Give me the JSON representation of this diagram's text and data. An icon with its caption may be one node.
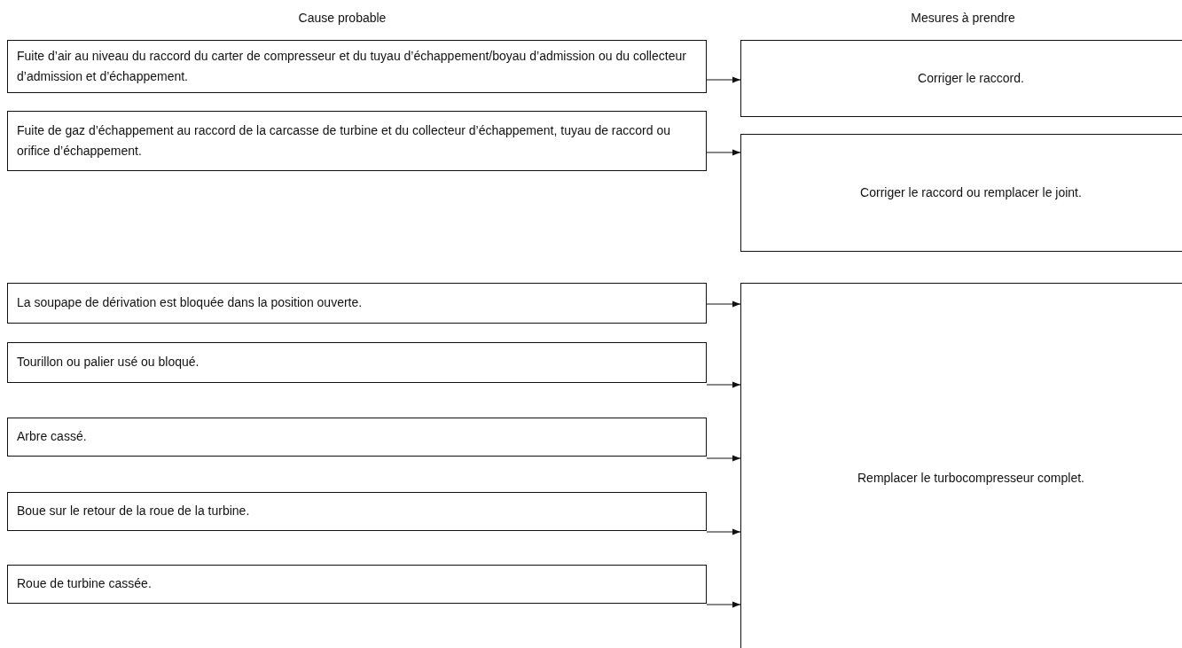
{
  "diagram": {
    "nodes": [
      {
        "text": [
          "Fuite d’air au niveau du raccord du carter de compresseur et du tuyau d’échappement/boyau d’admission ou du collecteur d’admission et d’échappement."
        ]
      },
      {
        "text": [
          "Corriger le raccord."
        ]
      },
      {
        "text": [
          "Fuite de gaz d’échappement au raccord de la carcasse de turbine et du collecteur d’échappement, tuyau de raccord ou orifice d’échappement."
        ]
      },
      {
        "text": [
          "Corriger le raccord ou remplacer le joint."
        ]
      },
      {
        "text": [
          "La soupape de dérivation est bloquée dans la position ouverte."
        ]
      },
      {
        "text": [
          "Remplacer le turbocompresseur complet."
        ]
      },
      {
        "text": [
          "Tourillon ou palier usé ou bloqué."
        ]
      },
      {
        "text": [
          "Arbre cassé."
        ]
      },
      {
        "text": [
          "Boue sur le retour de la roue de la turbine."
        ]
      },
      {
        "text": [
          "Roue de turbine cassée."
        ]
      }
    ],
    "edges": [
      {
        "from": 0,
        "to": 1,
        "arrow": "to"
      },
      {
        "from": 2,
        "to": 3,
        "arrow": "to"
      },
      {
        "from": 4,
        "to": 5,
        "arrow": "to"
      },
      {
        "from": 6,
        "to": 5,
        "arrow": "to"
      },
      {
        "from": 7,
        "to": 5,
        "arrow": "to"
      },
      {
        "from": 8,
        "to": 5,
        "arrow": "to"
      },
      {
        "from": 9,
        "to": 5,
        "arrow": "to"
      }
    ],
    "labels": [
      "Cause probable",
      "Mesures à prendre"
    ]
  }
}
